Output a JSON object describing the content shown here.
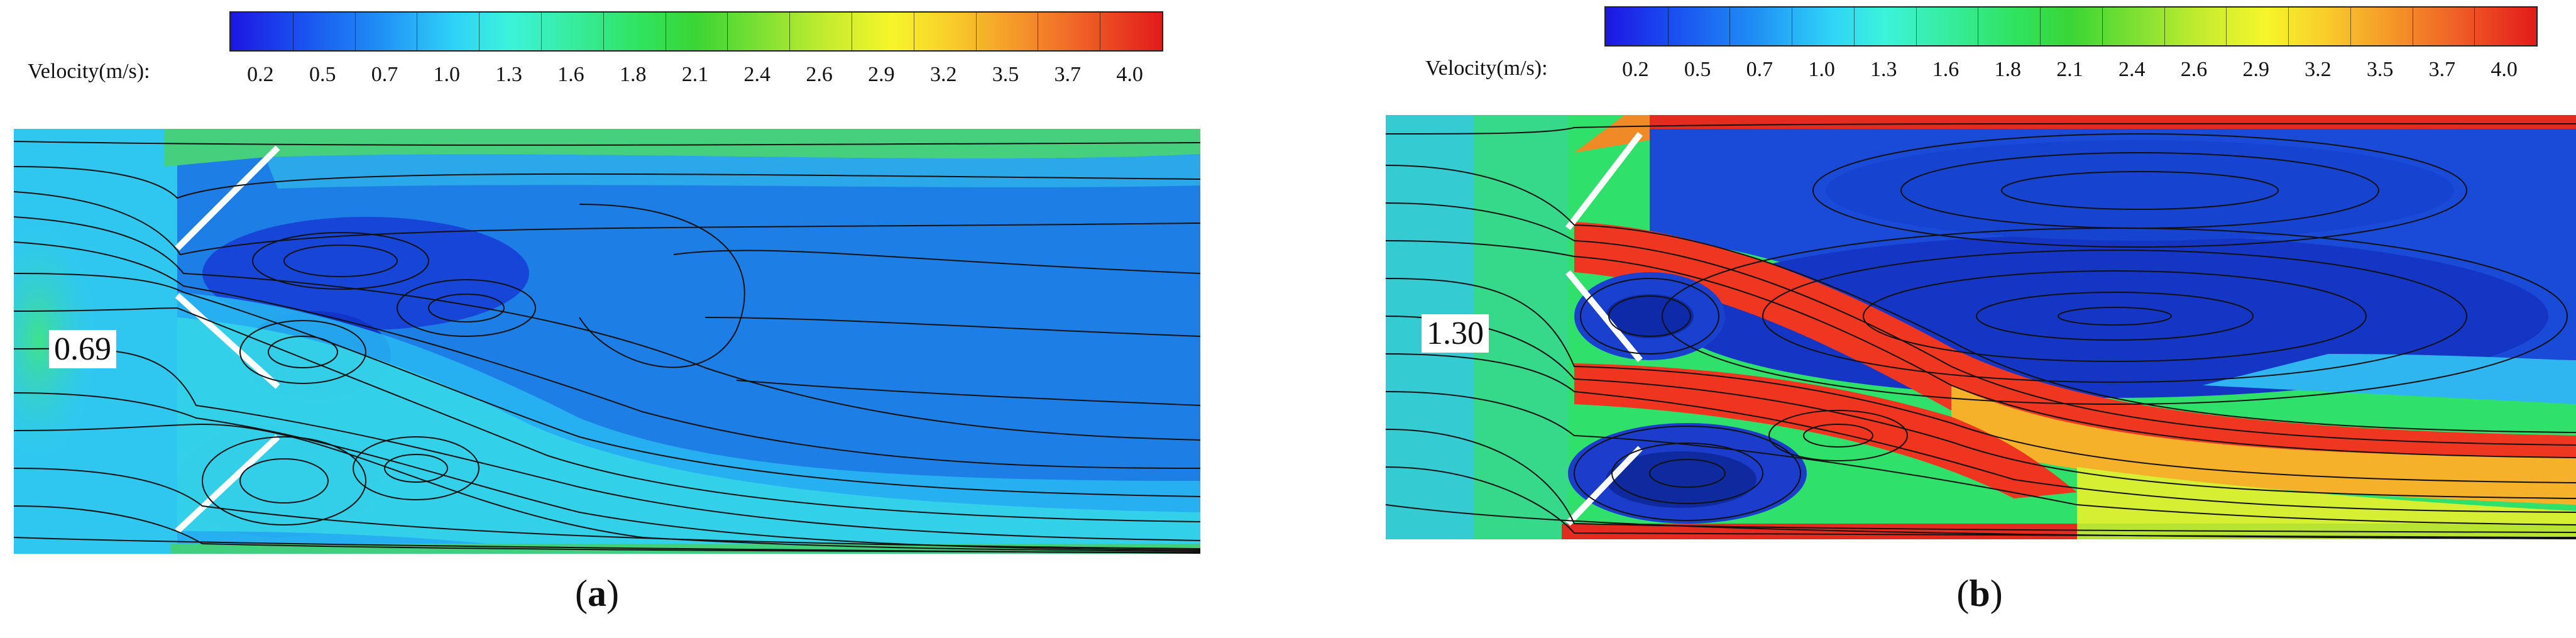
{
  "colorbar": {
    "title": "Velocity(m/s):",
    "ticks": [
      "0.2",
      "0.5",
      "0.7",
      "1.0",
      "1.3",
      "1.6",
      "1.8",
      "2.1",
      "2.4",
      "2.6",
      "2.9",
      "3.2",
      "3.5",
      "3.7",
      "4.0"
    ],
    "colors": [
      "#1d16e3",
      "#1f8ff5",
      "#3bf3da",
      "#2fe35f",
      "#c4ec2e",
      "#f6f52a",
      "#f59a28",
      "#e31b1b"
    ]
  },
  "panels": [
    {
      "id": "a",
      "value_label": "0.69",
      "caption_open": "(",
      "caption_letter": "a",
      "caption_close": ")"
    },
    {
      "id": "b",
      "value_label": "1.30",
      "caption_open": "(",
      "caption_letter": "b",
      "caption_close": ")"
    }
  ]
}
